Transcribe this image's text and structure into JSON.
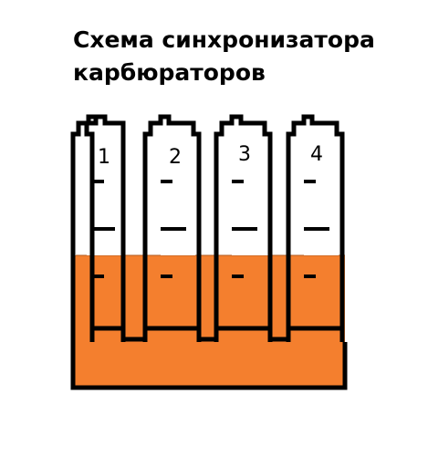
{
  "title": {
    "line1": "Схема синхронизатора",
    "line2": "карбюраторов"
  },
  "tubes": [
    {
      "label": "1"
    },
    {
      "label": "2"
    },
    {
      "label": "3"
    },
    {
      "label": "4"
    }
  ],
  "colors": {
    "liquid": "#f47f2e",
    "outline": "#000000",
    "background": "#ffffff"
  }
}
